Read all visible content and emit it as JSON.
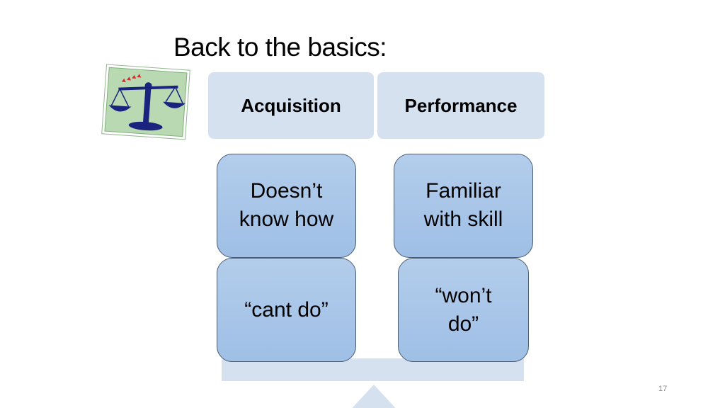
{
  "slide": {
    "title": "Back to the basics:",
    "page_number": "17"
  },
  "headers": {
    "acquisition": "Acquisition",
    "performance": "Performance"
  },
  "cards": {
    "acq_top": "Doesn’t\nknow how",
    "perf_top": "Familiar\nwith skill",
    "acq_bottom": "“cant do”",
    "perf_bottom": "“won’t\ndo”"
  },
  "colors": {
    "header_fill": "#d6e1ef",
    "card_fill_top": "#b3cdeb",
    "card_fill_bottom": "#9fbfe6",
    "card_border": "#4b5d73",
    "clipart_bg": "#b9d9b2",
    "scale_blue": "#1a237e"
  },
  "icons": {
    "clipart": "balance-scale-icon"
  }
}
